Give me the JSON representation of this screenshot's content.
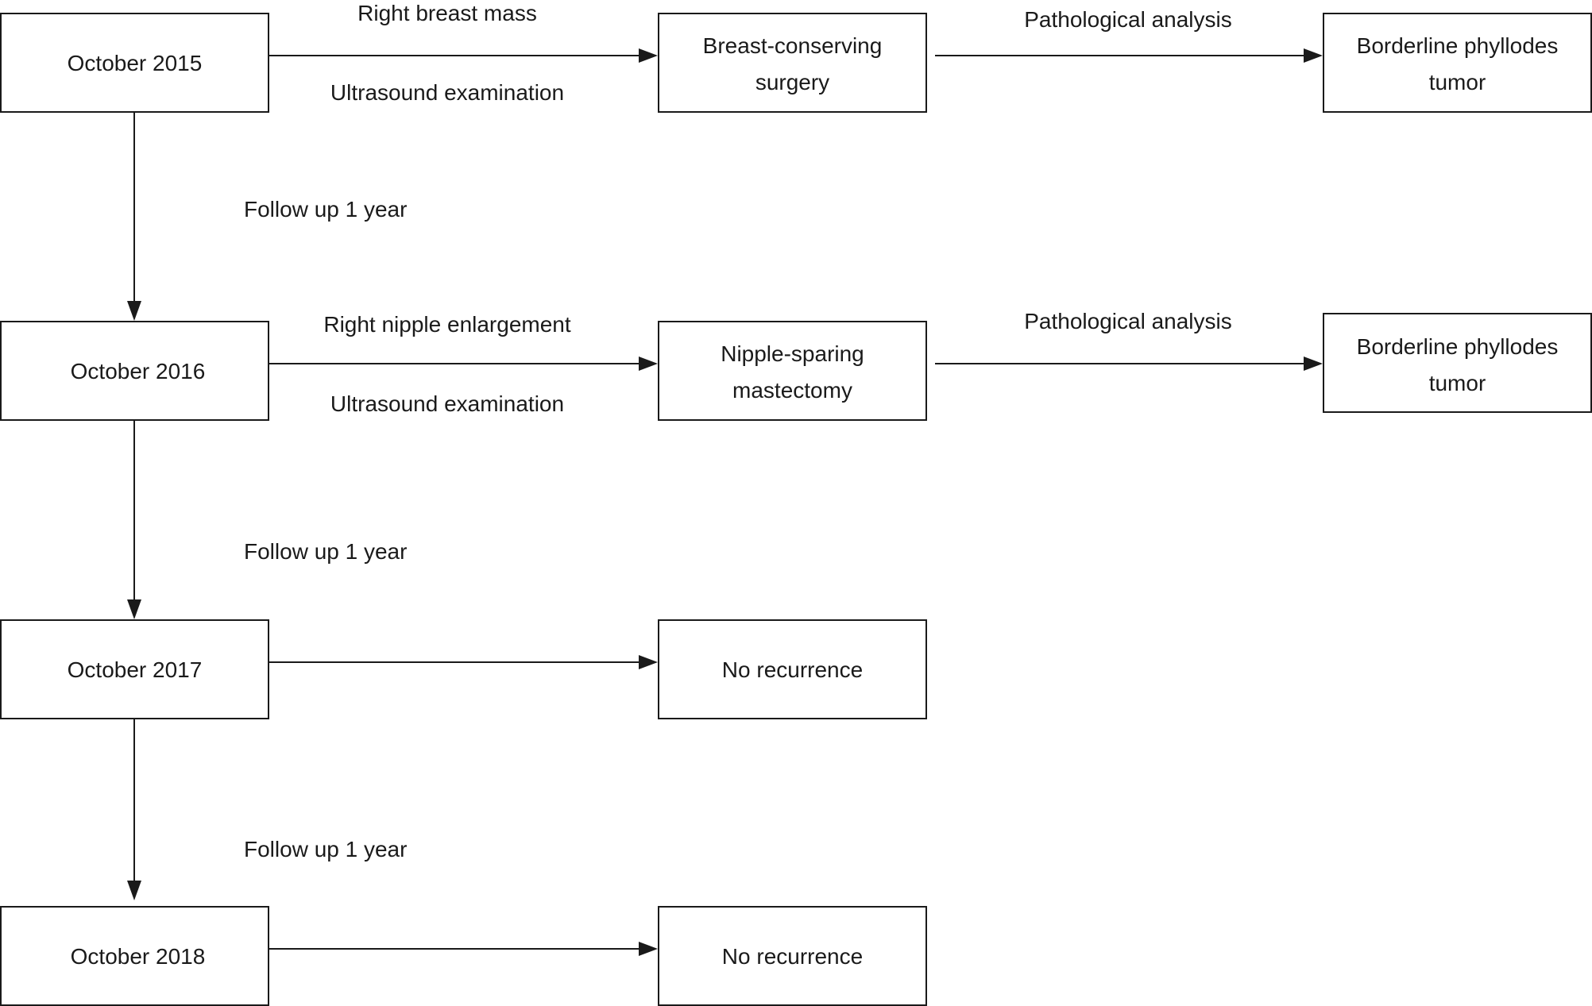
{
  "nodes": {
    "oct2015": {
      "lines": [
        "October 2015"
      ]
    },
    "oct2016": {
      "lines": [
        "October 2016"
      ]
    },
    "oct2017": {
      "lines": [
        "October 2017"
      ]
    },
    "oct2018": {
      "lines": [
        "October 2018"
      ]
    },
    "surgery_bcs": {
      "lines": [
        "Breast-conserving",
        "surgery"
      ]
    },
    "surgery_nsm": {
      "lines": [
        "Nipple-sparing",
        "mastectomy"
      ]
    },
    "result_2015": {
      "lines": [
        "Borderline phyllodes",
        "tumor"
      ]
    },
    "result_2016": {
      "lines": [
        "Borderline phyllodes",
        "tumor"
      ]
    },
    "no_recur_2017": {
      "lines": [
        "No recurrence"
      ]
    },
    "no_recur_2018": {
      "lines": [
        "No recurrence"
      ]
    }
  },
  "edges": {
    "e2015_bcs": {
      "label_above": "Right breast mass",
      "label_below": "Ultrasound examination"
    },
    "e2015_path": {
      "label_above": "Pathological analysis"
    },
    "e2016_nsm": {
      "label_above": "Right nipple enlargement",
      "label_below": "Ultrasound examination"
    },
    "e2016_path": {
      "label_above": "Pathological analysis"
    },
    "follow_1": {
      "label": "Follow up 1 year"
    },
    "follow_2": {
      "label": "Follow up 1 year"
    },
    "follow_3": {
      "label": "Follow up 1 year"
    }
  }
}
